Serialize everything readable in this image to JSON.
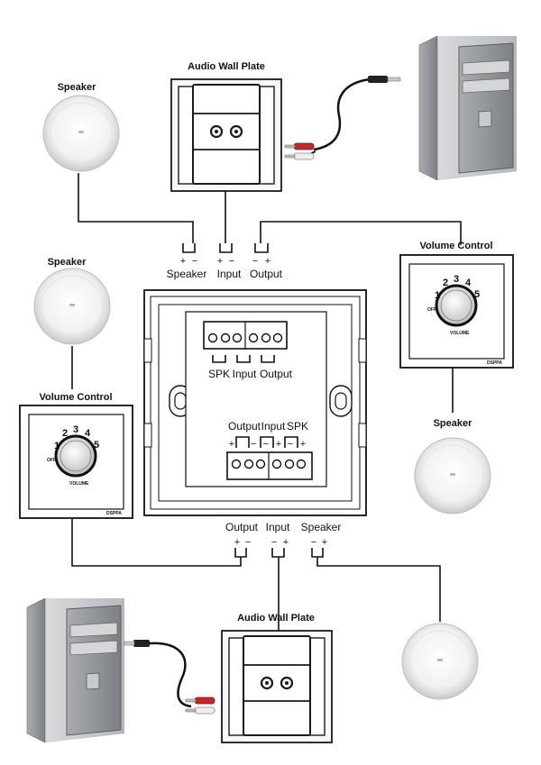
{
  "labels": {
    "audio_wall_plate": "Audio Wall Plate",
    "speaker": "Speaker",
    "volume_control": "Volume Control",
    "input": "Input",
    "output": "Output",
    "spk": "SPK",
    "plus": "+",
    "minus": "−"
  },
  "volume_knob": {
    "scale": [
      "1",
      "2",
      "3",
      "4",
      "5"
    ],
    "off_text": "OFF",
    "volume_text": "VOLUME",
    "brand_text": "DSPPA"
  },
  "colors": {
    "wire": "#111111",
    "plate_frame": "#1a1a1a",
    "rca_red": "#c0282a",
    "rca_white": "#eeeeee",
    "pc_case": "#8f9296",
    "speaker_grille": "#f2f2f2"
  }
}
